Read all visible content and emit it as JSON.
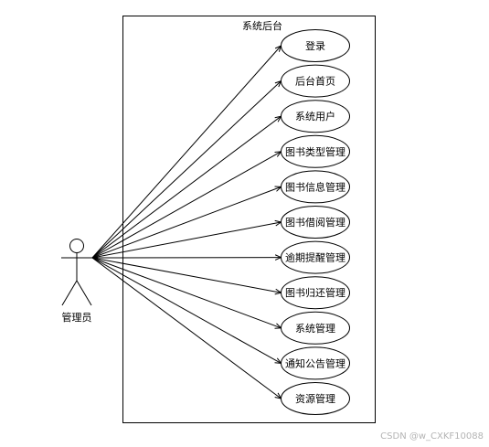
{
  "diagram": {
    "system_title": "系统后台",
    "actor_label": "管理员",
    "use_cases": [
      "登录",
      "后台首页",
      "系统用户",
      "图书类型管理",
      "图书信息管理",
      "图书借阅管理",
      "逾期提醒管理",
      "图书归还管理",
      "系统管理",
      "通知公告管理",
      "资源管理"
    ]
  },
  "watermark": "CSDN @w_CXKF10088"
}
